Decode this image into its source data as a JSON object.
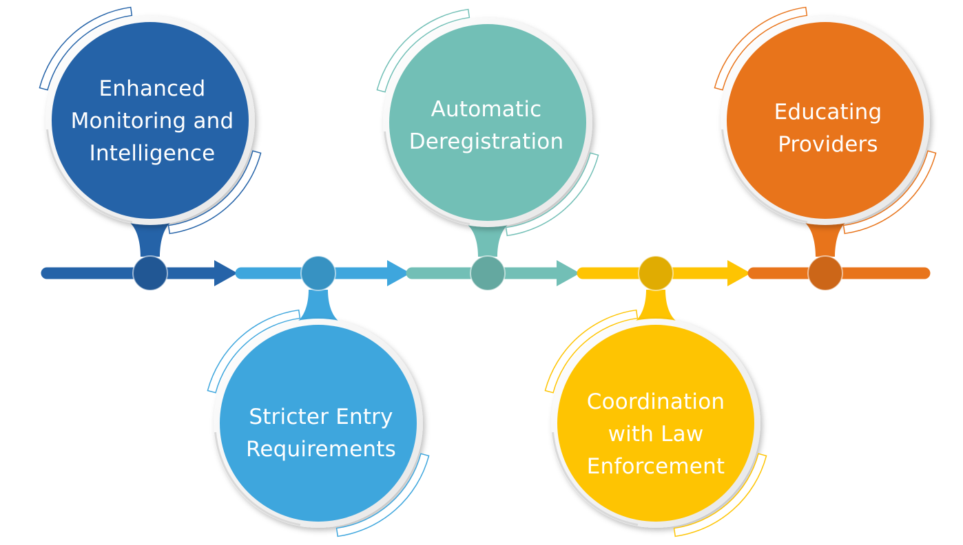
{
  "steps": [
    {
      "lines": [
        "Enhanced",
        "Monitoring and",
        "Intelligence"
      ],
      "color": "#2563a8",
      "icon": "step-1-circle"
    },
    {
      "lines": [
        "Stricter Entry",
        "Requirements"
      ],
      "color": "#3ea6dd",
      "icon": "step-2-circle"
    },
    {
      "lines": [
        "Automatic",
        "Deregistration"
      ],
      "color": "#72bfb6",
      "icon": "step-3-circle"
    },
    {
      "lines": [
        "Coordination",
        "with Law",
        "Enforcement"
      ],
      "color": "#fec402",
      "icon": "step-4-circle"
    },
    {
      "lines": [
        "Educating",
        "Providers"
      ],
      "color": "#e8741b",
      "icon": "step-5-circle"
    }
  ]
}
